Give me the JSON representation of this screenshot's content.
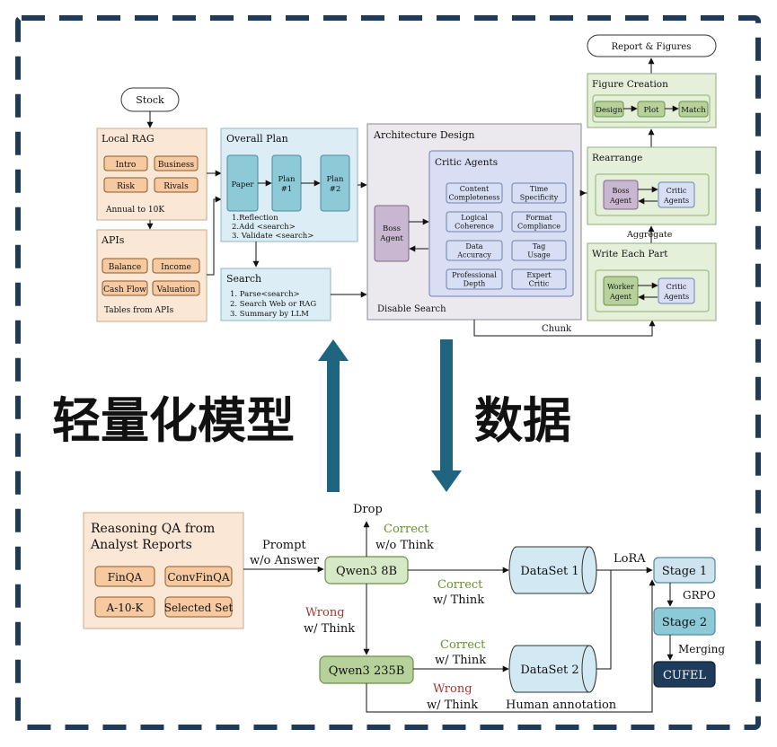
{
  "top": {
    "stock": "Stock",
    "local_rag": {
      "title": "Local RAG",
      "pills": [
        "Intro",
        "Business",
        "Risk",
        "Rivals"
      ],
      "note": "Annual to 10K"
    },
    "apis": {
      "title": "APIs",
      "pills": [
        "Balance",
        "Income",
        "Cash Flow",
        "Valuation"
      ],
      "note": "Tables from APIs"
    },
    "overall_plan": {
      "title": "Overall Plan",
      "paper": "Paper",
      "plan1": [
        "Plan",
        "#1"
      ],
      "plan2": [
        "Plan",
        "#2"
      ],
      "steps": [
        "1.Reflection",
        "2.Add <search>",
        "3. Validate <search>"
      ]
    },
    "search": {
      "title": "Search",
      "steps": [
        "1. Parse<search>",
        "2. Search Web or RAG",
        "3. Summary by LLM"
      ]
    },
    "architecture": {
      "title": "Architecture Design",
      "boss": [
        "Boss",
        "Agent"
      ],
      "critic_title": "Critic Agents",
      "critics": [
        [
          "Content",
          "Completeness"
        ],
        [
          "Time",
          "Specificity"
        ],
        [
          "Logical",
          "Coherence"
        ],
        [
          "Format",
          "Compliance"
        ],
        [
          "Data",
          "Accuracy"
        ],
        [
          "Tag",
          "Usage"
        ],
        [
          "Professional",
          "Depth"
        ],
        [
          "Expert",
          "Critic"
        ]
      ],
      "disable": "Disable Search"
    },
    "chunk": "Chunk",
    "report": "Report & Figures",
    "figure_creation": {
      "title": "Figure Creation",
      "steps": [
        "Design",
        "Plot",
        "Match"
      ]
    },
    "rearrange": {
      "title": "Rearrange",
      "boss": [
        "Boss",
        "Agent"
      ],
      "critic": [
        "Critic",
        "Agents"
      ]
    },
    "aggregate": "Aggregate",
    "write": {
      "title": "Write Each Part",
      "worker": [
        "Worker",
        "Agent"
      ],
      "critic": [
        "Critic",
        "Agents"
      ]
    }
  },
  "middle": {
    "left": "轻量化模型",
    "right": "数据"
  },
  "bottom": {
    "qa": {
      "title": [
        "Reasoning QA from",
        "Analyst Reports"
      ],
      "pills": [
        "FinQA",
        "ConvFinQA",
        "A-10-K",
        "Selected Set"
      ]
    },
    "prompt": [
      "Prompt",
      "w/o Answer"
    ],
    "drop": "Drop",
    "correct_wo": [
      "Correct",
      "w/o Think"
    ],
    "qwen8b": "Qwen3 8B",
    "correct_w1": [
      "Correct",
      "w/ Think"
    ],
    "dataset1": "DataSet 1",
    "wrong": [
      "Wrong",
      "w/ Think"
    ],
    "qwen235": "Qwen3 235B",
    "correct_w2": [
      "Correct",
      "w/ Think"
    ],
    "dataset2": "DataSet 2",
    "wrong2": [
      "Wrong",
      "w/ Think"
    ],
    "human": "Human annotation",
    "lora": "LoRA",
    "stage1": "Stage 1",
    "grpo": "GRPO",
    "stage2": "Stage 2",
    "merging": "Merging",
    "cufel": "CUFEL"
  },
  "colors": {
    "border": "#1f3b5c",
    "arrow": "#1f6580",
    "correct": "#6a8f2e",
    "wrong": "#a33a32"
  }
}
